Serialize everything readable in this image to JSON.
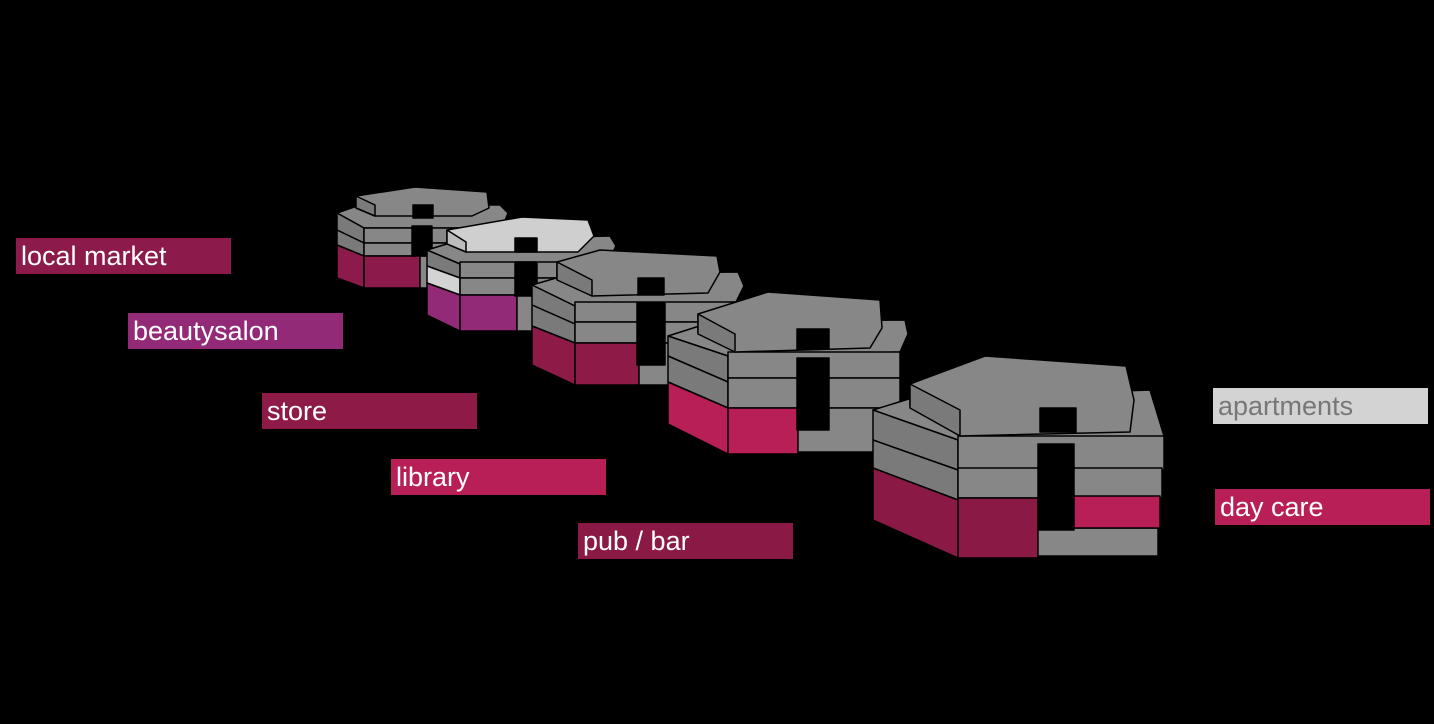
{
  "labels": {
    "local_market": "local market",
    "beautysalon": "beautysalon",
    "store": "store",
    "library": "library",
    "pub_bar": "pub / bar",
    "apartments": "apartments",
    "day_care": "day care"
  },
  "colors": {
    "background": "#000000",
    "building_gray": "#878787",
    "building_light_gray": "#cfcfcf",
    "local_market": "#8c1a4a",
    "beautysalon": "#932a78",
    "store": "#8e1a47",
    "library": "#b81f57",
    "pub_bar": "#8a1a45",
    "apartments": "#d3d3d3",
    "day_care": "#b81f57"
  }
}
